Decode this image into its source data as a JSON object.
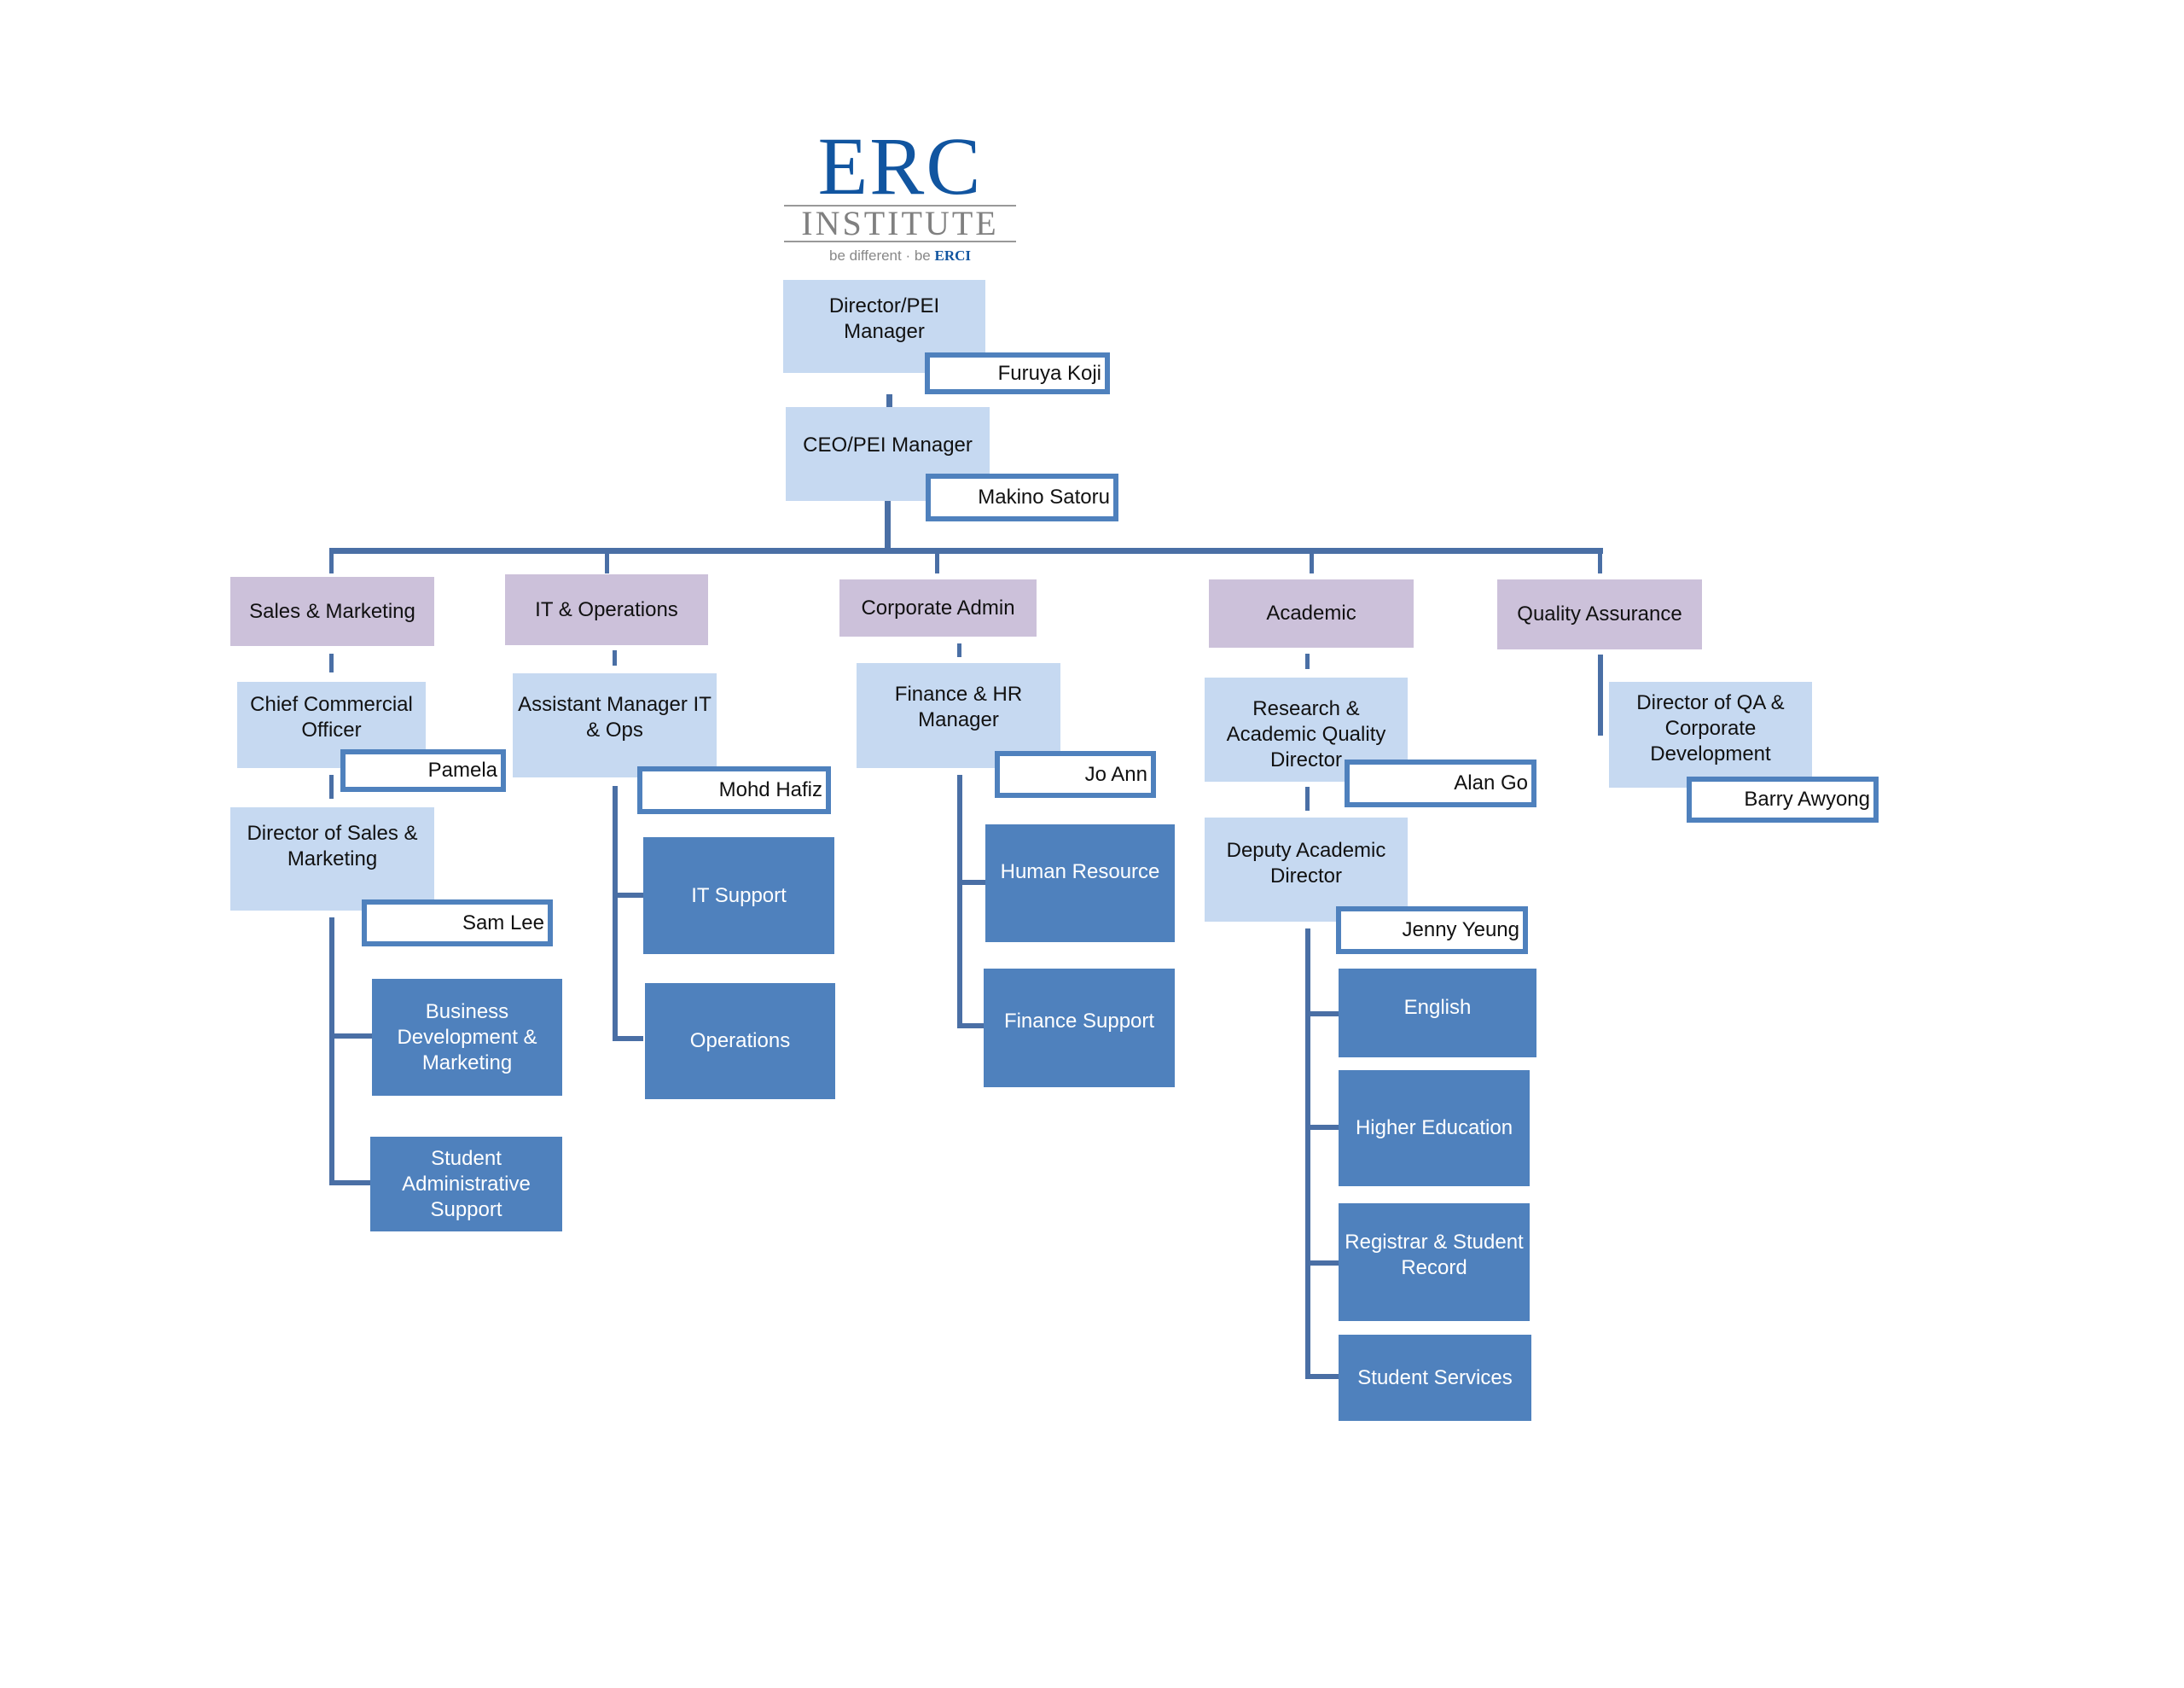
{
  "logo": {
    "main": "ERC",
    "sub": "INSTITUTE",
    "tagline": "be different · be",
    "tagline_brand": "ERCI"
  },
  "top": [
    {
      "title": "Director/PEI Manager",
      "name": "Furuya Koji"
    },
    {
      "title": "CEO/PEI Manager",
      "name": "Makino Satoru"
    }
  ],
  "departments": [
    "Sales & Marketing",
    "IT & Operations",
    "Corporate Admin",
    "Academic",
    "Quality Assurance"
  ],
  "roles": {
    "cco": {
      "title": "Chief Commercial Officer",
      "name": "Pamela"
    },
    "dsm": {
      "title": "Director of Sales & Marketing",
      "name": "Sam Lee"
    },
    "amit": {
      "title": "Assistant Manager IT & Ops",
      "name": "Mohd Hafiz"
    },
    "fhr": {
      "title": "Finance & HR Manager",
      "name": "Jo Ann"
    },
    "raqd": {
      "title": "Research & Academic Quality Director",
      "name": "Alan Go"
    },
    "dad": {
      "title": "Deputy Academic Director",
      "name": "Jenny Yeung"
    },
    "dqa": {
      "title": "Director of QA & Corporate Development",
      "name": "Barry Awyong"
    }
  },
  "units": {
    "sales": [
      "Business Development & Marketing",
      "Student Administrative Support"
    ],
    "it": [
      "IT Support",
      "Operations"
    ],
    "admin": [
      "Human Resource",
      "Finance Support"
    ],
    "academic": [
      "English",
      "Higher Education",
      "Registrar & Student Record",
      "Student Services"
    ]
  },
  "colors": {
    "role": "#c6d9f1",
    "dept": "#ccc1da",
    "unit": "#4f81bd",
    "line": "#4a6fa5"
  }
}
